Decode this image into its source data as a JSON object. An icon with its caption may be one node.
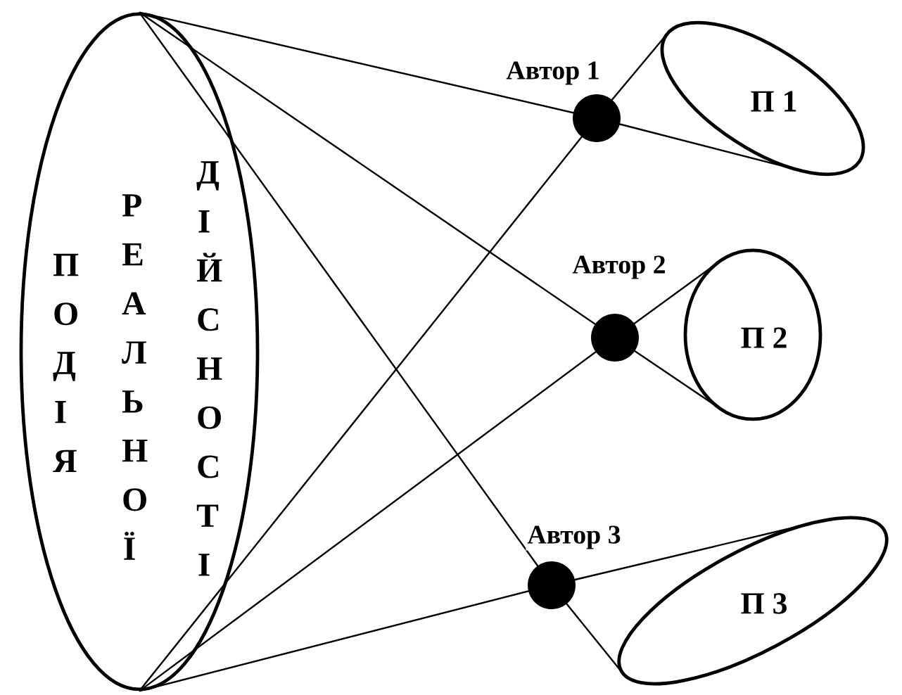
{
  "diagram": {
    "nodes": [
      {
        "text": [
          "ПОДІЯ",
          "РЕАЛЬНОЇ",
          "ДІЙСНОСТІ"
        ]
      },
      {
        "text": [],
        "shape": "circle",
        "beside": [
          "Автор 1"
        ]
      },
      {
        "text": [
          "П 1"
        ]
      },
      {
        "text": [],
        "shape": "circle",
        "beside": [
          "Автор 2"
        ]
      },
      {
        "text": [
          "П 2"
        ]
      },
      {
        "text": [],
        "shape": "circle",
        "beside": [
          "Автор 3"
        ]
      },
      {
        "text": [
          "П 3"
        ]
      }
    ],
    "edges": [
      {
        "from": 0,
        "to": 1,
        "arrow": "none"
      },
      {
        "from": 0,
        "to": 1,
        "arrow": "none"
      },
      {
        "from": 0,
        "to": 3,
        "arrow": "none"
      },
      {
        "from": 0,
        "to": 3,
        "arrow": "none"
      },
      {
        "from": 0,
        "to": 5,
        "arrow": "none"
      },
      {
        "from": 0,
        "to": 5,
        "arrow": "none"
      },
      {
        "from": 1,
        "to": 2,
        "arrow": "none"
      },
      {
        "from": 1,
        "to": 2,
        "arrow": "none"
      },
      {
        "from": 3,
        "to": 4,
        "arrow": "none"
      },
      {
        "from": 3,
        "to": 4,
        "arrow": "none"
      },
      {
        "from": 5,
        "to": 6,
        "arrow": "none"
      },
      {
        "from": 5,
        "to": 6,
        "arrow": "none"
      }
    ]
  }
}
